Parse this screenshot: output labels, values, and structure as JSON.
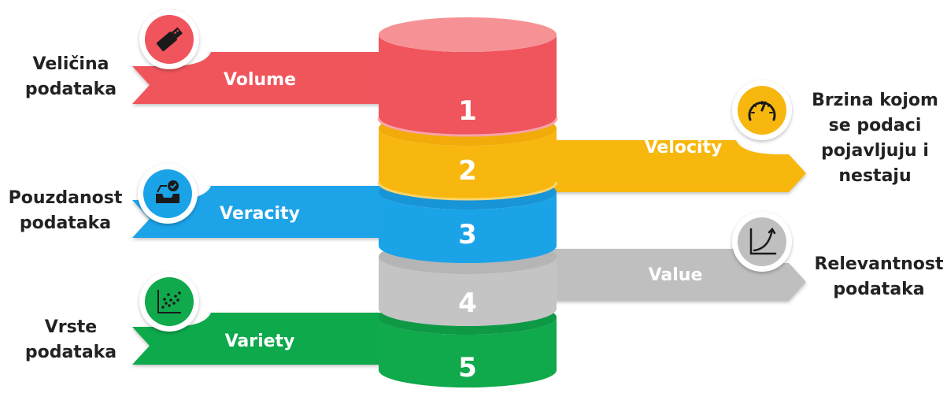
{
  "layers": [
    {
      "number": "1",
      "label": "Volume",
      "description": "Veličina\npodataka",
      "color": "#f0545c",
      "icon": "usb-drive-icon"
    },
    {
      "number": "2",
      "label": "Velocity",
      "description": "Brzina kojom\nse podaci\npojavljuju i\nnestaju",
      "color": "#f7b70f",
      "icon": "speedometer-icon"
    },
    {
      "number": "3",
      "label": "Veracity",
      "description": "Pouzdanost\npodataka",
      "color": "#1ba3e8",
      "icon": "verified-inbox-icon"
    },
    {
      "number": "4",
      "label": "Value",
      "description": "Relevantnost\npodataka",
      "color": "#bfbfbf",
      "icon": "growth-curve-icon"
    },
    {
      "number": "5",
      "label": "Variety",
      "description": "Vrste\npodataka",
      "color": "#10a94c",
      "icon": "scatter-plot-icon"
    }
  ]
}
